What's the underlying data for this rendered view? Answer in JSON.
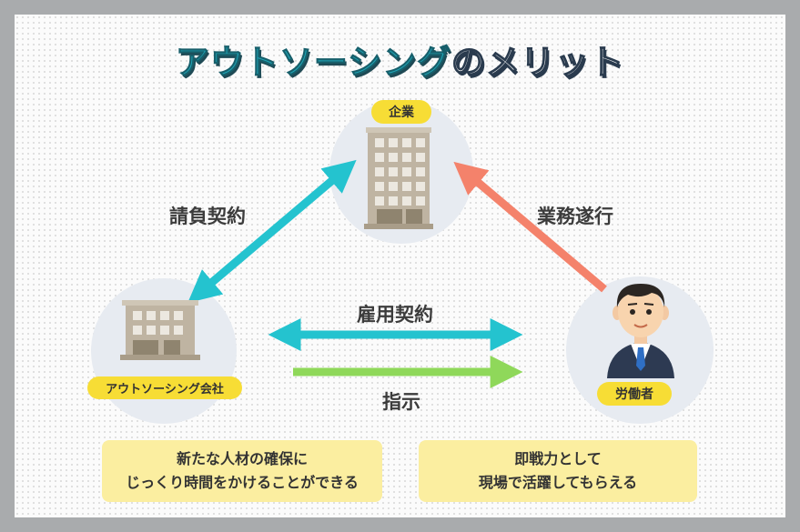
{
  "title": {
    "accent": "アウトソーシング",
    "rest": "のメリット"
  },
  "nodes": {
    "company": "企業",
    "outsourcing_company": "アウトソーシング会社",
    "worker": "労働者"
  },
  "edges": {
    "contract": "請負契約",
    "task_execution": "業務遂行",
    "employment_contract": "雇用契約",
    "instruction": "指示"
  },
  "benefits": {
    "left": [
      "新たな人材の確保に",
      "じっくり時間をかけることができる"
    ],
    "right": [
      "即戦力として",
      "現場で活躍してもらえる"
    ]
  },
  "colors": {
    "cyan_arrow": "#24c3cf",
    "orange_arrow": "#f4826b",
    "green_arrow": "#8fd85a",
    "label_yellow": "#f7dd35",
    "benefit_yellow": "#fbeea0"
  }
}
